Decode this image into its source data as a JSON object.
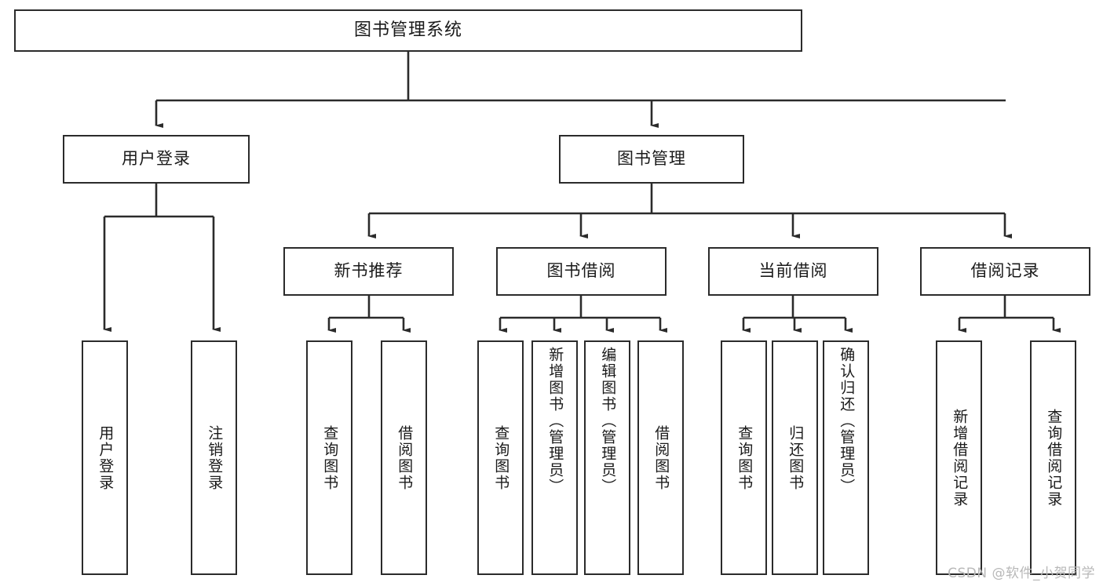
{
  "diagram": {
    "title": "图书管理系统",
    "type": "tree-hierarchy-chart",
    "root": {
      "label": "图书管理系统"
    },
    "level2": [
      {
        "label": "用户登录"
      },
      {
        "label": "图书管理"
      }
    ],
    "level3": [
      {
        "label": "新书推荐"
      },
      {
        "label": "图书借阅"
      },
      {
        "label": "当前借阅"
      },
      {
        "label": "借阅记录"
      }
    ],
    "leaves": {
      "user_login": [
        {
          "label": "用户登录"
        },
        {
          "label": "注销登录"
        }
      ],
      "new_book_recommend": [
        {
          "label": "查询图书"
        },
        {
          "label": "借阅图书"
        }
      ],
      "book_borrow": [
        {
          "label": "查询图书"
        },
        {
          "label": "新增图书（管理员）"
        },
        {
          "label": "编辑图书（管理员）"
        },
        {
          "label": "借阅图书"
        }
      ],
      "current_borrow": [
        {
          "label": "查询图书"
        },
        {
          "label": "归还图书"
        },
        {
          "label": "确认归还（管理员）"
        }
      ],
      "borrow_record": [
        {
          "label": "新增借阅记录"
        },
        {
          "label": "查询借阅记录"
        }
      ]
    }
  },
  "watermark": {
    "text": "CSDN @软件_小贺同学"
  },
  "colors": {
    "stroke": "#2b2b2b",
    "box_fill": "#ffffff",
    "text": "#1a1a1a",
    "watermark": "#b8b8b8",
    "background": "#ffffff"
  }
}
